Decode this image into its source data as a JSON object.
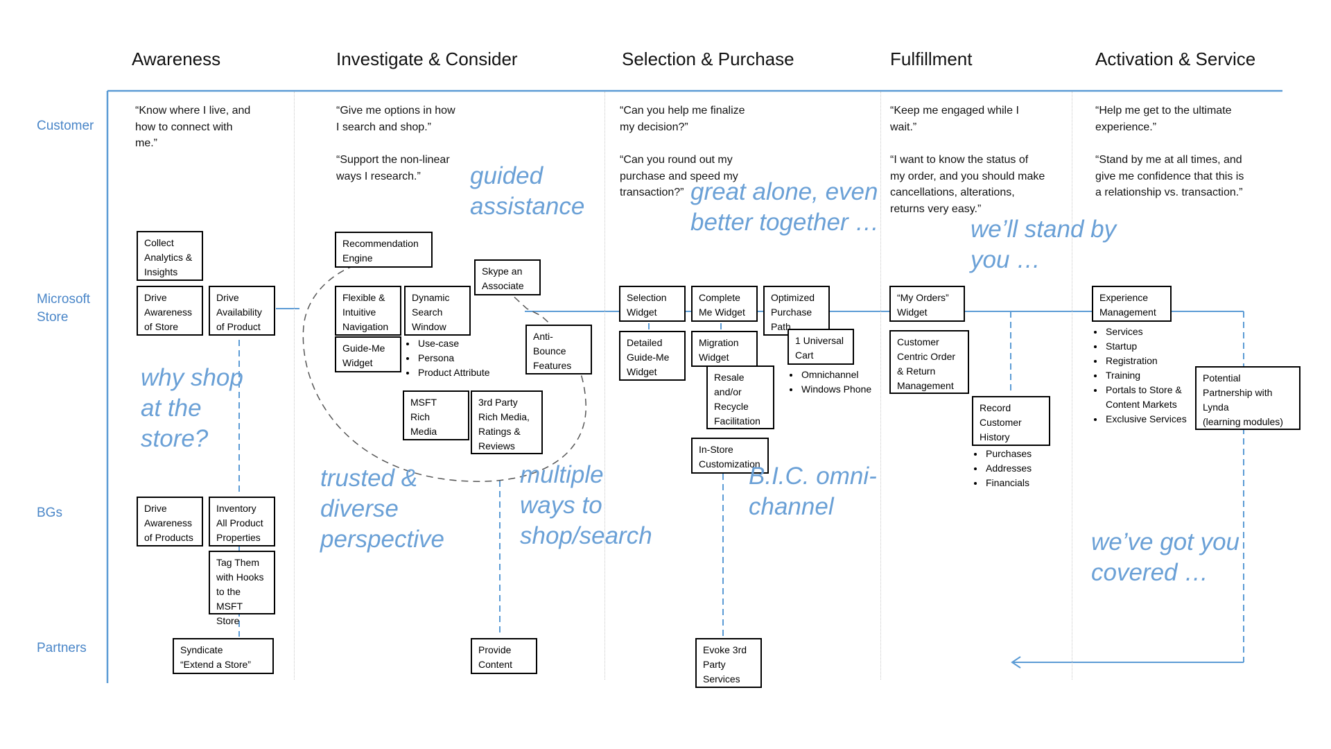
{
  "phases": [
    "Awareness",
    "Investigate & Consider",
    "Selection & Purchase",
    "Fulfillment",
    "Activation & Service"
  ],
  "rows": {
    "customer": "Customer",
    "microsoft_store": "Microsoft\nStore",
    "bgs": "BGs",
    "partners": "Partners"
  },
  "quotes": {
    "awareness": "“Know where I live, and\nhow to connect with\nme.”",
    "investigate_1": "“Give me options in how\nI search and shop.”",
    "investigate_2": "“Support the non-linear\nways I research.”",
    "selection_1": "“Can you help me finalize\nmy decision?”",
    "selection_2": "“Can you round out my\npurchase and speed my\ntransaction?”",
    "fulfillment_1": "“Keep me engaged while I\nwait.”",
    "fulfillment_2": "“I want to know the status of\nmy order, and you should make\ncancellations, alterations,\nreturns very easy.”",
    "activation_1": "“Help me get to the ultimate\nexperience.”",
    "activation_2": "“Stand by me at all times, and\ngive me confidence that this is\na relationship vs. transaction.”"
  },
  "boxes": {
    "collect_analytics": "Collect\nAnalytics &\nInsights",
    "drive_awareness_store": "Drive\nAwareness\nof Store",
    "drive_availability": "Drive\nAvailability\nof Product",
    "drive_awareness_products": "Drive\nAwareness\nof Products",
    "inventory_properties": "Inventory\nAll Product\nProperties",
    "tag_hooks": "Tag Them\nwith Hooks\nto the\nMSFT Store",
    "syndicate": "Syndicate\n“Extend a Store”",
    "recommendation_engine": "Recommendation\nEngine",
    "skype_associate": "Skype an\nAssociate",
    "flexible_navigation": "Flexible &\nIntuitive\nNavigation",
    "dynamic_search": "Dynamic\nSearch\nWindow",
    "guide_me_widget": "Guide-Me\nWidget",
    "anti_bounce": "Anti-\nBounce\nFeatures",
    "msft_rich_media": "MSFT\nRich\nMedia",
    "third_party_media": "3rd Party\nRich Media,\nRatings &\nReviews",
    "provide_content": "Provide\nContent",
    "selection_widget": "Selection\nWidget",
    "complete_me_widget": "Complete\nMe Widget",
    "optimized_purchase": "Optimized\nPurchase\nPath",
    "universal_cart": "1 Universal\nCart",
    "detailed_guide_me": "Detailed\nGuide-Me\nWidget",
    "migration_widget": "Migration\nWidget",
    "resale_recycle": "Resale\nand/or\nRecycle\nFacilitation",
    "instore_customization": "In-Store\nCustomization",
    "evoke_third_party": "Evoke 3rd\nParty\nServices",
    "my_orders_widget": "“My Orders”\nWidget",
    "order_return_mgmt": "Customer\nCentric Order\n& Return\nManagement",
    "record_history": "Record\nCustomer\nHistory",
    "experience_mgmt": "Experience\nManagement",
    "lynda_partnership": "Potential\nPartnership with\nLynda\n(learning modules)"
  },
  "lists": {
    "dynamic_search": [
      "Use-case",
      "Persona",
      "Product Attribute"
    ],
    "universal_cart": [
      "Omnichannel",
      "Windows Phone"
    ],
    "record_history": [
      "Purchases",
      "Addresses",
      "Financials"
    ],
    "experience_mgmt": [
      "Services",
      "Startup",
      "Registration",
      "Training",
      "Portals to Store & Content Markets",
      "Exclusive Services"
    ]
  },
  "notes": {
    "why_shop": "why shop\nat the\nstore?",
    "guided_assistance": "guided\nassistance",
    "trusted_diverse": "trusted &\ndiverse\nperspective",
    "multiple_ways": "multiple\nways to\nshop/search",
    "great_alone": "great alone, even\nbetter together …",
    "bic_omni": "B.I.C. omni-\nchannel",
    "stand_by": "we’ll stand by\nyou …",
    "got_covered": "we’ve got you\ncovered …"
  },
  "colors": {
    "accent_blue": "#4a86c8",
    "note_blue": "#6aa0d6",
    "connector_blue": "#5b9bd5",
    "box_border": "#000000"
  }
}
